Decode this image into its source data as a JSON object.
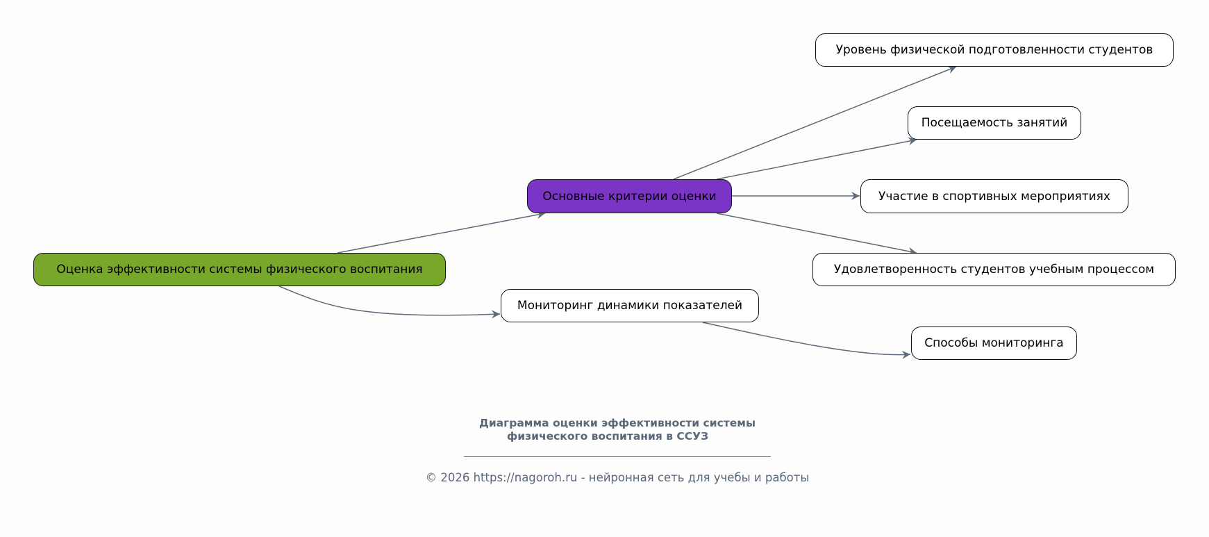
{
  "colors": {
    "root": "#78a82a",
    "criteria": "#7a35c6",
    "leaf": "#ffffff",
    "edge": "#5d6b7b",
    "caption": "#5a6878"
  },
  "nodes": {
    "root": "Оценка эффективности системы физического воспитания",
    "criteria": "Основные критерии оценки",
    "monitoring": "Мониторинг динамики показателей",
    "fitness": "Уровень физической подготовленности студентов",
    "attendance": "Посещаемость занятий",
    "participation": "Участие в спортивных мероприятиях",
    "satisfaction": "Удовлетворенность студентов учебным процессом",
    "methods": "Способы мониторинга"
  },
  "caption": {
    "title_line1": "Диаграмма оценки эффективности системы",
    "title_line2": "физического воспитания в ССУЗ",
    "footer": "© 2026 https://nagoroh.ru - нейронная сеть для учебы и работы"
  }
}
